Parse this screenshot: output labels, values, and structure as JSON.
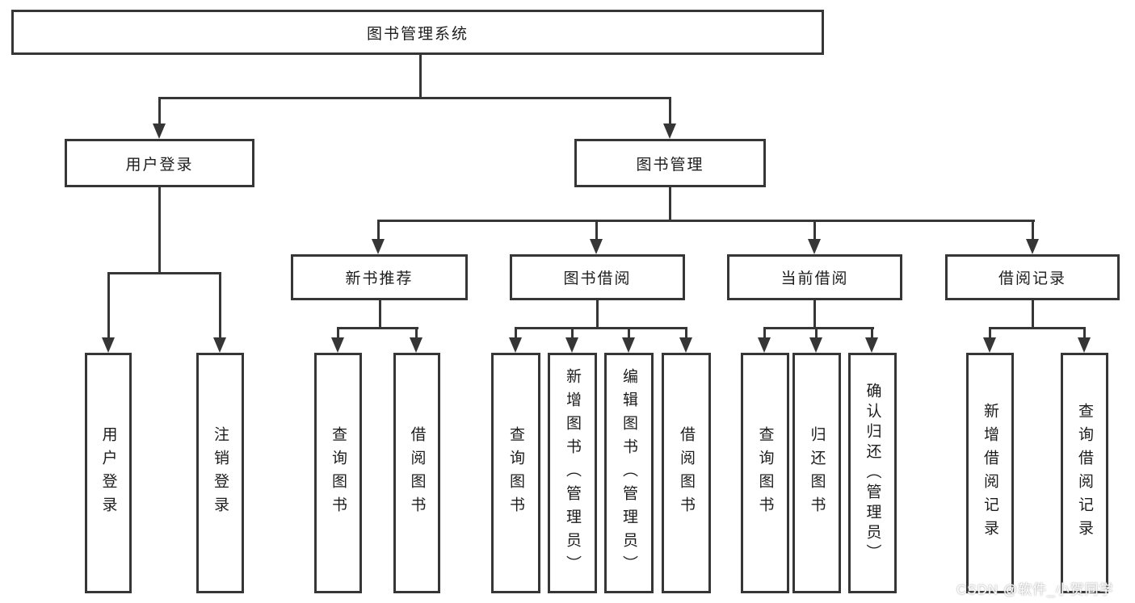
{
  "colors": {
    "line": "#363636",
    "text": "#1d1d1d",
    "background": "#ffffff"
  },
  "watermark": {
    "text": "CSDN @软件_小贺同学"
  },
  "tree": {
    "root": {
      "label": "图书管理系统",
      "children": [
        {
          "label": "用户登录",
          "children": [
            {
              "label": "用户登录"
            },
            {
              "label": "注销登录"
            }
          ]
        },
        {
          "label": "图书管理",
          "children": [
            {
              "label": "新书推荐",
              "children": [
                {
                  "label": "查询图书"
                },
                {
                  "label": "借阅图书"
                }
              ]
            },
            {
              "label": "图书借阅",
              "children": [
                {
                  "label": "查询图书"
                },
                {
                  "label": "新增图书（管理员）"
                },
                {
                  "label": "编辑图书（管理员）"
                },
                {
                  "label": "借阅图书"
                }
              ]
            },
            {
              "label": "当前借阅",
              "children": [
                {
                  "label": "查询图书"
                },
                {
                  "label": "归还图书"
                },
                {
                  "label": "确认归还（管理员）"
                }
              ]
            },
            {
              "label": "借阅记录",
              "children": [
                {
                  "label": "新增借阅记录"
                },
                {
                  "label": "查询借阅记录"
                }
              ]
            }
          ]
        }
      ]
    }
  }
}
